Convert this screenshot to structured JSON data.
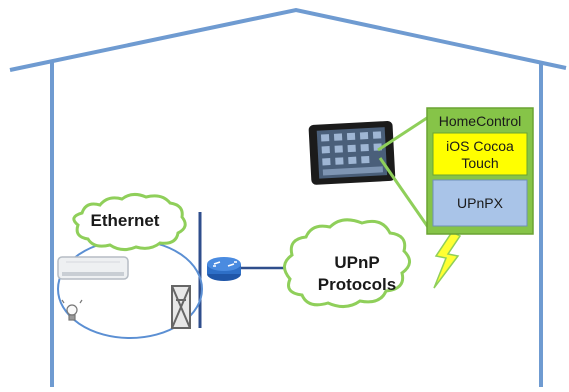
{
  "diagram": {
    "ethernet_label": "Ethernet",
    "upnp_label_line1": "UPnP",
    "upnp_label_line2": "Protocols",
    "stack": {
      "title": "HomeControl",
      "layer_top_line1": "iOS Cocoa",
      "layer_top_line2": "Touch",
      "layer_bottom": "UPnPX"
    }
  },
  "colors": {
    "house": "#6f9bd1",
    "cloud_stroke": "#8fcf5a",
    "stack_outer": "#86c448",
    "stack_top_fill": "#ffff00",
    "stack_bottom_fill": "#a9c4e8",
    "network_line": "#2f4e8c",
    "router": "#2e6fc7",
    "lightning": "#ffff33"
  },
  "icons": [
    "house-outline",
    "tablet-icon",
    "router-icon",
    "air-conditioner-icon",
    "light-bulb-icon",
    "device-stand-icon",
    "lightning-icon"
  ]
}
